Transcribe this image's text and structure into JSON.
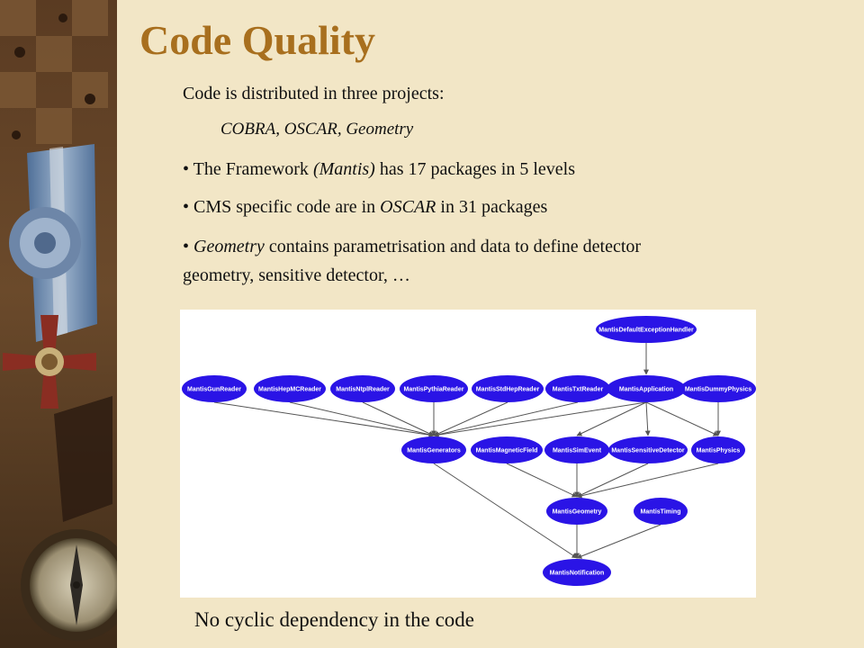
{
  "slide": {
    "title": "Code Quality",
    "intro": "Code is distributed in three projects:",
    "projects": "COBRA, OSCAR, Geometry",
    "bullet1": {
      "pre": "• The Framework ",
      "em": "(Mantis)",
      "post": " has 17 packages in 5 levels"
    },
    "bullet2": {
      "pre": "• CMS specific code are in ",
      "em": "OSCAR",
      "post": " in 31 packages"
    },
    "bullet3": {
      "pre": "• ",
      "em": "Geometry",
      "post": " contains parametrisation and data to define detector",
      "line2": "geometry, sensitive detector, …"
    },
    "caption": "No cyclic dependency in the code"
  },
  "diagram": {
    "node_color": "#2a14e6",
    "edge_color": "#555555",
    "nodes": [
      {
        "id": "exc",
        "label": "MantisDefaultExceptionHandler"
      },
      {
        "id": "gun",
        "label": "MantisGunReader"
      },
      {
        "id": "hepmc",
        "label": "MantisHepMCReader"
      },
      {
        "id": "ntpl",
        "label": "MantisNtplReader"
      },
      {
        "id": "pythia",
        "label": "MantisPythiaReader"
      },
      {
        "id": "stdhep",
        "label": "MantisStdHepReader"
      },
      {
        "id": "txt",
        "label": "MantisTxtReader"
      },
      {
        "id": "app",
        "label": "MantisApplication"
      },
      {
        "id": "dummy",
        "label": "MantisDummyPhysics"
      },
      {
        "id": "gen",
        "label": "MantisGenerators"
      },
      {
        "id": "mag",
        "label": "MantisMagneticField"
      },
      {
        "id": "sim",
        "label": "MantisSimEvent"
      },
      {
        "id": "sens",
        "label": "MantisSensitiveDetector"
      },
      {
        "id": "phys",
        "label": "MantisPhysics"
      },
      {
        "id": "geom",
        "label": "MantisGeometry"
      },
      {
        "id": "timing",
        "label": "MantisTiming"
      },
      {
        "id": "notif",
        "label": "MantisNotification"
      }
    ],
    "edges": [
      [
        "exc",
        "app"
      ],
      [
        "gun",
        "gen"
      ],
      [
        "hepmc",
        "gen"
      ],
      [
        "ntpl",
        "gen"
      ],
      [
        "pythia",
        "gen"
      ],
      [
        "stdhep",
        "gen"
      ],
      [
        "txt",
        "gen"
      ],
      [
        "app",
        "gen"
      ],
      [
        "app",
        "sim"
      ],
      [
        "app",
        "phys"
      ],
      [
        "app",
        "sens"
      ],
      [
        "dummy",
        "phys"
      ],
      [
        "gen",
        "notif"
      ],
      [
        "mag",
        "geom"
      ],
      [
        "sim",
        "geom"
      ],
      [
        "sens",
        "geom"
      ],
      [
        "phys",
        "geom"
      ],
      [
        "geom",
        "notif"
      ],
      [
        "timing",
        "notif"
      ]
    ]
  }
}
